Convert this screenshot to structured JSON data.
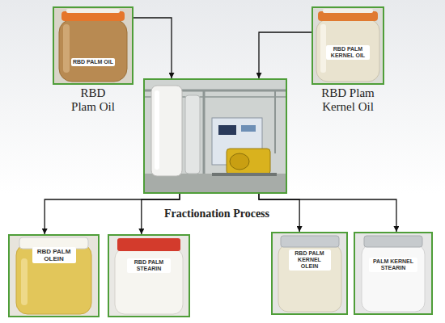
{
  "diagram": {
    "nodes": [
      {
        "text": [
          "RBD PALM OIL",
          "RBD Plam Oil"
        ]
      },
      {
        "text": [
          "RBD PALM KERNEL OIL",
          "RBD Plam Kernel Oil"
        ]
      },
      {
        "text": [
          "Fractionation Process"
        ]
      },
      {
        "text": [
          "RBD PALM OLEIN"
        ]
      },
      {
        "text": [
          "RBD PALM STEARIN"
        ]
      },
      {
        "text": [
          "RBD PALM KERNEL OLEIN"
        ]
      },
      {
        "text": [
          "PALM KERNEL STEARIN"
        ]
      }
    ],
    "edges": [
      {
        "from": 0,
        "to": 2,
        "arrow": "to"
      },
      {
        "from": 1,
        "to": 2,
        "arrow": "to"
      },
      {
        "from": 2,
        "to": 3,
        "arrow": "to"
      },
      {
        "from": 2,
        "to": 4,
        "arrow": "to"
      },
      {
        "from": 2,
        "to": 5,
        "arrow": "to"
      },
      {
        "from": 2,
        "to": 6,
        "arrow": "to"
      }
    ]
  }
}
